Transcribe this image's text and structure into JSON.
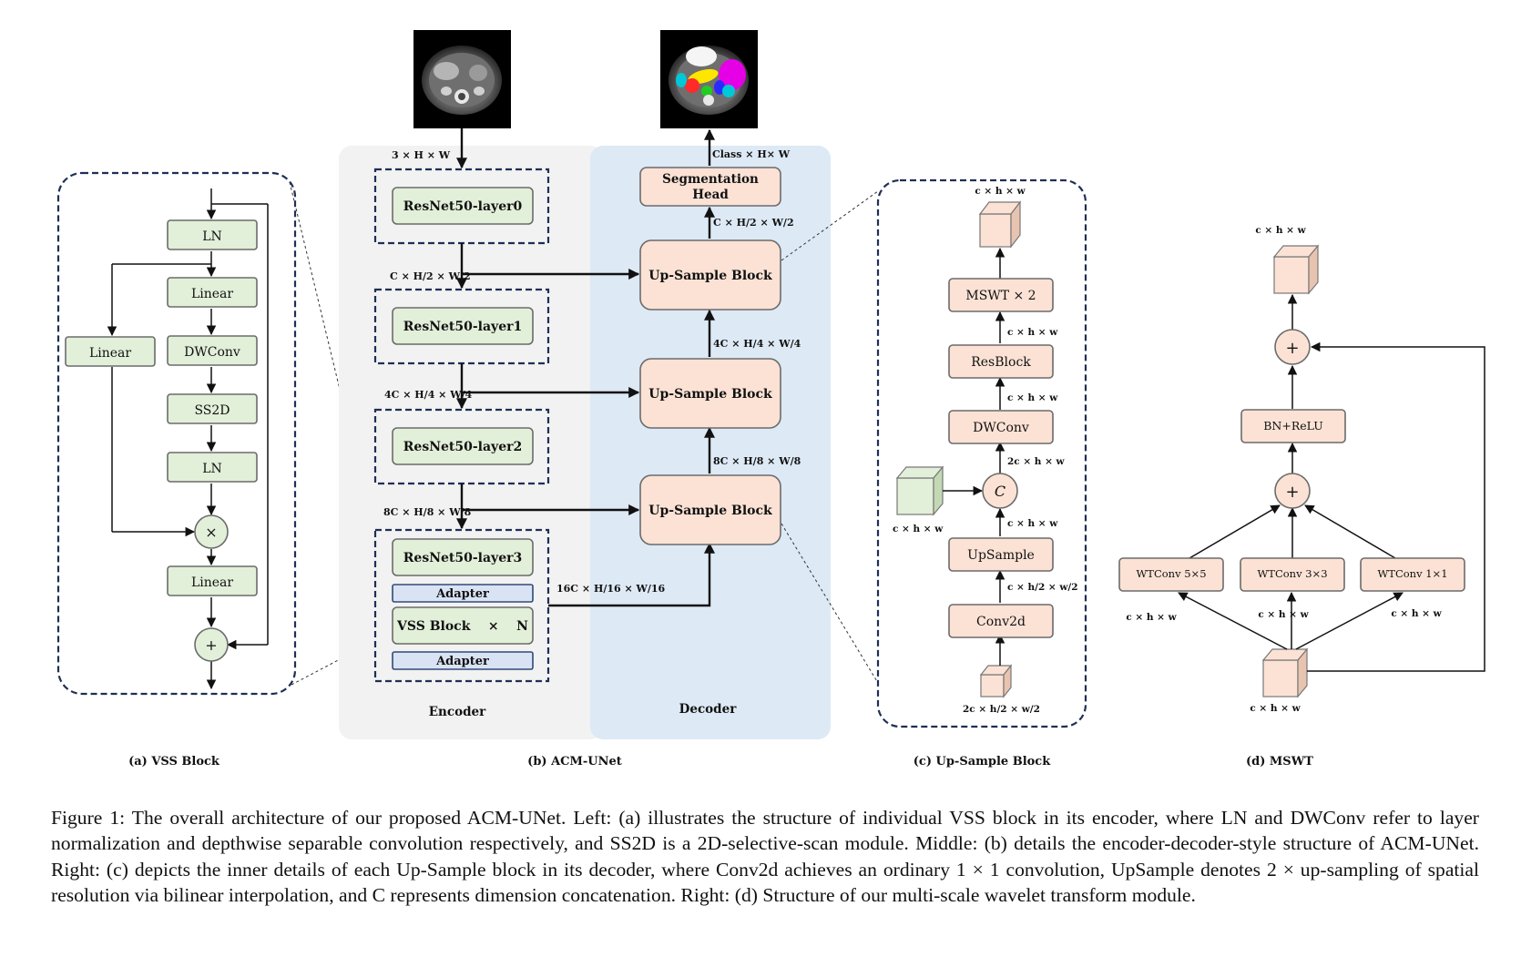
{
  "panels": {
    "vss": {
      "caption": "(a) VSS Block",
      "nodes": {
        "ln_top": "LN",
        "linear_1": "Linear",
        "linear_side": "Linear",
        "dwconv": "DWConv",
        "ss2d": "SS2D",
        "ln_bottom": "LN",
        "multiply": "×",
        "linear_out": "Linear",
        "add": "+"
      }
    },
    "acm": {
      "caption": "(b) ACM-UNet",
      "encoder_label": "Encoder",
      "decoder_label": "Decoder",
      "encoder": {
        "layer0": "ResNet50-layer0",
        "layer1": "ResNet50-layer1",
        "layer2": "ResNet50-layer2",
        "layer3": "ResNet50-layer3",
        "adapter_top": "Adapter",
        "vss_block": "VSS Block    ×    N",
        "adapter_bottom": "Adapter"
      },
      "decoder": {
        "seg_head_line1": "Segmentation",
        "seg_head_line2": "Head",
        "upsample_1": "Up-Sample Block",
        "upsample_2": "Up-Sample Block",
        "upsample_3": "Up-Sample Block"
      },
      "dims": {
        "input": "3 × H × W",
        "enc_1": "C × H/2 × W/2",
        "enc_2": "4C × H/4 × W/4",
        "enc_3": "8C × H/8 × W/8",
        "bottleneck": "16C × H/16 × W/16",
        "dec_8c": "8C × H/8 × W/8",
        "dec_4c": "4C × H/4 × W/4",
        "dec_c": "C × H/2 × W/2",
        "output": "Class × H× W"
      }
    },
    "upsample": {
      "caption": "(c) Up-Sample Block",
      "nodes": {
        "mswt": "MSWT × 2",
        "resblock": "ResBlock",
        "dwconv": "DWConv",
        "concat": "C",
        "upsample": "UpSample",
        "conv2d": "Conv2d"
      },
      "dims": {
        "top": "c × h × w",
        "after_res": "c × h × w",
        "after_dw": "c × h × w",
        "after_concat": "2c × h × w",
        "after_up": "c × h × w",
        "after_conv": "c × h/2 × w/2",
        "skip": "c × h × w",
        "input": "2c × h/2 × w/2"
      }
    },
    "mswt": {
      "caption": "(d) MSWT",
      "nodes": {
        "add_top": "+",
        "bn_relu": "BN+ReLU",
        "add_mid": "+",
        "wt5": "WTConv 5×5",
        "wt3": "WTConv 3×3",
        "wt1": "WTConv 1×1"
      },
      "dims": {
        "top": "c × h × w",
        "left": "c × h × w",
        "mid": "c × h × w",
        "right": "c × h × w",
        "bottom": "c × h × w"
      }
    }
  },
  "caption": "Figure 1: The overall architecture of our proposed ACM-UNet. Left: (a) illustrates the structure of individual VSS block in its encoder, where LN and DWConv refer to layer normalization and depthwise separable convolution respectively, and SS2D is a 2D-selective-scan module. Middle: (b) details the encoder-decoder-style structure of ACM-UNet. Right: (c) depicts the inner details of each Up-Sample block in its decoder, where Conv2d achieves an ordinary 1 × 1 convolution, UpSample denotes 2 × up-sampling of spatial resolution via bilinear interpolation, and C represents dimension concatenation. Right: (d) Structure of our multi-scale wavelet transform module.",
  "colors": {
    "encoder_bg": "#f2f2f2",
    "decoder_bg": "#dde9f5",
    "green_block": "#e2efd9",
    "pink_block": "#fbe2d5",
    "adapter_block": "#dae3f3",
    "dashed_border": "#1f2f55"
  }
}
